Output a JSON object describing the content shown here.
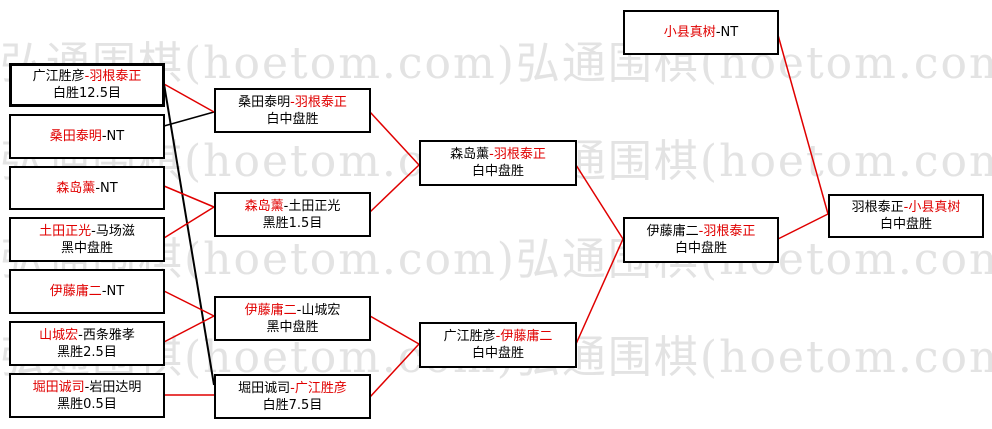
{
  "watermark": {
    "text": "弘通围棋(hoetom.com)弘通围棋(hoetom.com)"
  },
  "colors": {
    "winner_text": "#e00000",
    "winner_line": "#e00000",
    "box_border": "#000000"
  },
  "round1": [
    {
      "p1": "广江胜彦",
      "sep": "-",
      "p2": "羽根泰正",
      "p2_red": true,
      "p1_red": false,
      "result": "白胜12.5目"
    },
    {
      "p1": "桑田泰明",
      "sep": "-",
      "p2": "NT",
      "p1_red": true,
      "p2_red": false,
      "result": ""
    },
    {
      "p1": "森岛薰",
      "sep": "-",
      "p2": "NT",
      "p1_red": true,
      "p2_red": false,
      "result": ""
    },
    {
      "p1": "土田正光",
      "sep": "-",
      "p2": "马场滋",
      "p1_red": true,
      "p2_red": false,
      "result": "黑中盘胜"
    },
    {
      "p1": "伊藤庸二",
      "sep": "-",
      "p2": "NT",
      "p1_red": true,
      "p2_red": false,
      "result": ""
    },
    {
      "p1": "山城宏",
      "sep": "-",
      "p2": "西条雅孝",
      "p1_red": true,
      "p2_red": false,
      "result": "黑胜2.5目"
    },
    {
      "p1": "堀田诚司",
      "sep": "-",
      "p2": "岩田达明",
      "p1_red": true,
      "p2_red": false,
      "result": "黑胜0.5目"
    }
  ],
  "round2": [
    {
      "p1": "桑田泰明",
      "sep": "-",
      "p2": "羽根泰正",
      "p1_red": false,
      "p2_red": true,
      "result": "白中盘胜"
    },
    {
      "p1": "森岛薰",
      "sep": "-",
      "p2": "土田正光",
      "p1_red": true,
      "p2_red": false,
      "result": "黑胜1.5目"
    },
    {
      "p1": "伊藤庸二",
      "sep": "-",
      "p2": "山城宏",
      "p1_red": true,
      "p2_red": false,
      "result": "黑中盘胜"
    },
    {
      "p1": "堀田诚司",
      "sep": "-",
      "p2": "广江胜彦",
      "p1_red": false,
      "p2_red": true,
      "result": "白胜7.5目"
    }
  ],
  "round3": [
    {
      "p1": "森岛薰",
      "sep": "-",
      "p2": "羽根泰正",
      "p1_red": false,
      "p2_red": true,
      "result": "白中盘胜"
    },
    {
      "p1": "广江胜彦",
      "sep": "-",
      "p2": "伊藤庸二",
      "p1_red": false,
      "p2_red": true,
      "result": "白中盘胜"
    }
  ],
  "round4": [
    {
      "p1": "伊藤庸二",
      "sep": "-",
      "p2": "羽根泰正",
      "p1_red": false,
      "p2_red": true,
      "result": "白中盘胜"
    }
  ],
  "seed": {
    "p1": "小县真树",
    "sep": "-",
    "p2": "NT",
    "p1_red": true,
    "p2_red": false,
    "result": ""
  },
  "final": {
    "p1": "羽根泰正",
    "sep": "-",
    "p2": "小县真树",
    "p1_red": false,
    "p2_red": true,
    "result": "白中盘胜"
  }
}
